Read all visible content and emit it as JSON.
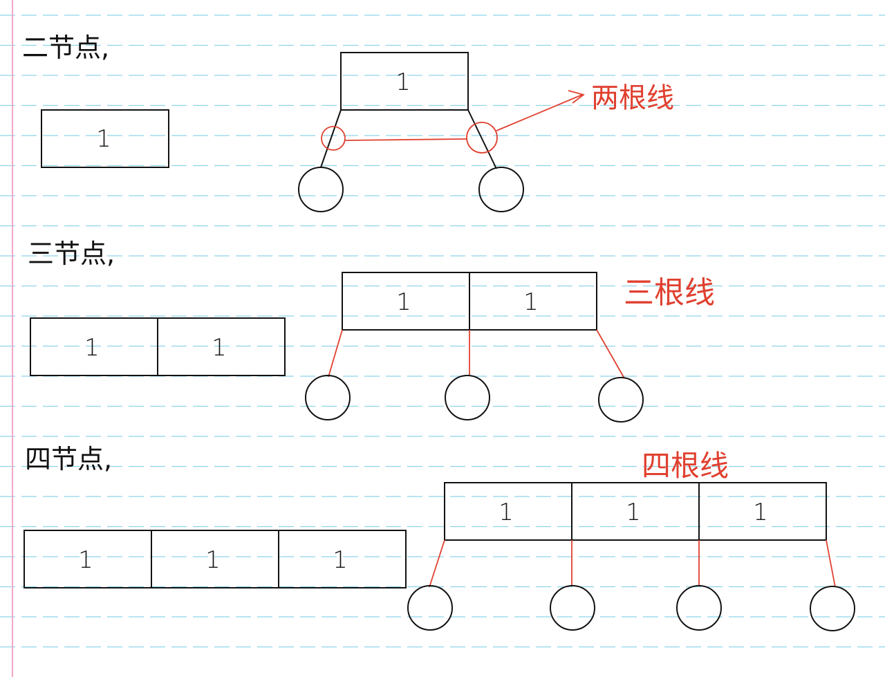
{
  "colors": {
    "paper": "#ffffff",
    "rule_line": "#8ed3ea",
    "margin_line": "#f2a6c6",
    "ink": "#111111",
    "annotation": "#e0402f"
  },
  "sections": [
    {
      "heading": "二节点,",
      "left_values": [
        "1"
      ],
      "right_values": [
        "1"
      ],
      "annotation": "两根线",
      "child_count": 2
    },
    {
      "heading": "三节点,",
      "left_values": [
        "1",
        "1"
      ],
      "right_values": [
        "1",
        "1"
      ],
      "annotation": "三根线",
      "child_count": 3
    },
    {
      "heading": "四节点,",
      "left_values": [
        "1",
        "1",
        "1"
      ],
      "right_values": [
        "1",
        "1",
        "1"
      ],
      "annotation": "四根线",
      "child_count": 4
    }
  ]
}
